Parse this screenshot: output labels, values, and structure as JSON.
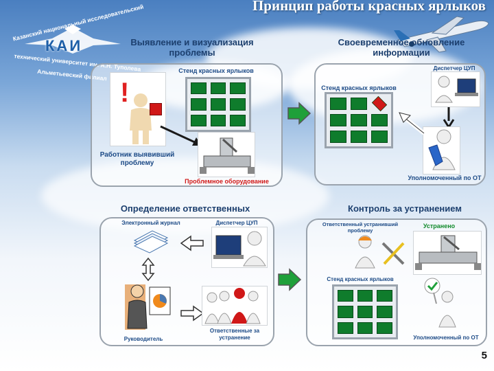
{
  "slide": {
    "title": "Принцип работы красных ярлыков",
    "page_number": "5"
  },
  "logo": {
    "abbr": "КАИ",
    "line1": "Казанский национальный исследовательский",
    "line2": "технический университет им. А.Н. Туполева",
    "line3": "Альметьевский филиал"
  },
  "panel1": {
    "heading": "Выявление и визуализация проблемы",
    "board_label": "Стенд красных ярлыков",
    "worker_label": "Работник выявивший проблему",
    "equipment_label": "Проблемное оборудование"
  },
  "panel2": {
    "heading": "Своевременное обновление информации",
    "board_label": "Стенд красных ярлыков",
    "dispatcher_label": "Диспетчер ЦУП",
    "authorized_label": "Уполномоченный по ОТ"
  },
  "panel3": {
    "heading": "Определение ответственных",
    "journal_label": "Электронный журнал",
    "dispatcher_label": "Диспетчер ЦУП",
    "manager_label": "Руководитель",
    "responsible_label": "Ответственные за устранение"
  },
  "panel4": {
    "heading": "Контроль за устранением",
    "fixer_label": "Ответственный устранивший проблему",
    "fixed_label": "Устранено",
    "board_label": "Стенд красных ярлыков",
    "authorized_label": "Уполномоченный по ОТ"
  },
  "colors": {
    "tag_board_green": "#0f7c2c",
    "red_tag": "#d01818",
    "heading_blue": "#1c3f6e",
    "flow_arrow_green": "#1fa03a"
  }
}
